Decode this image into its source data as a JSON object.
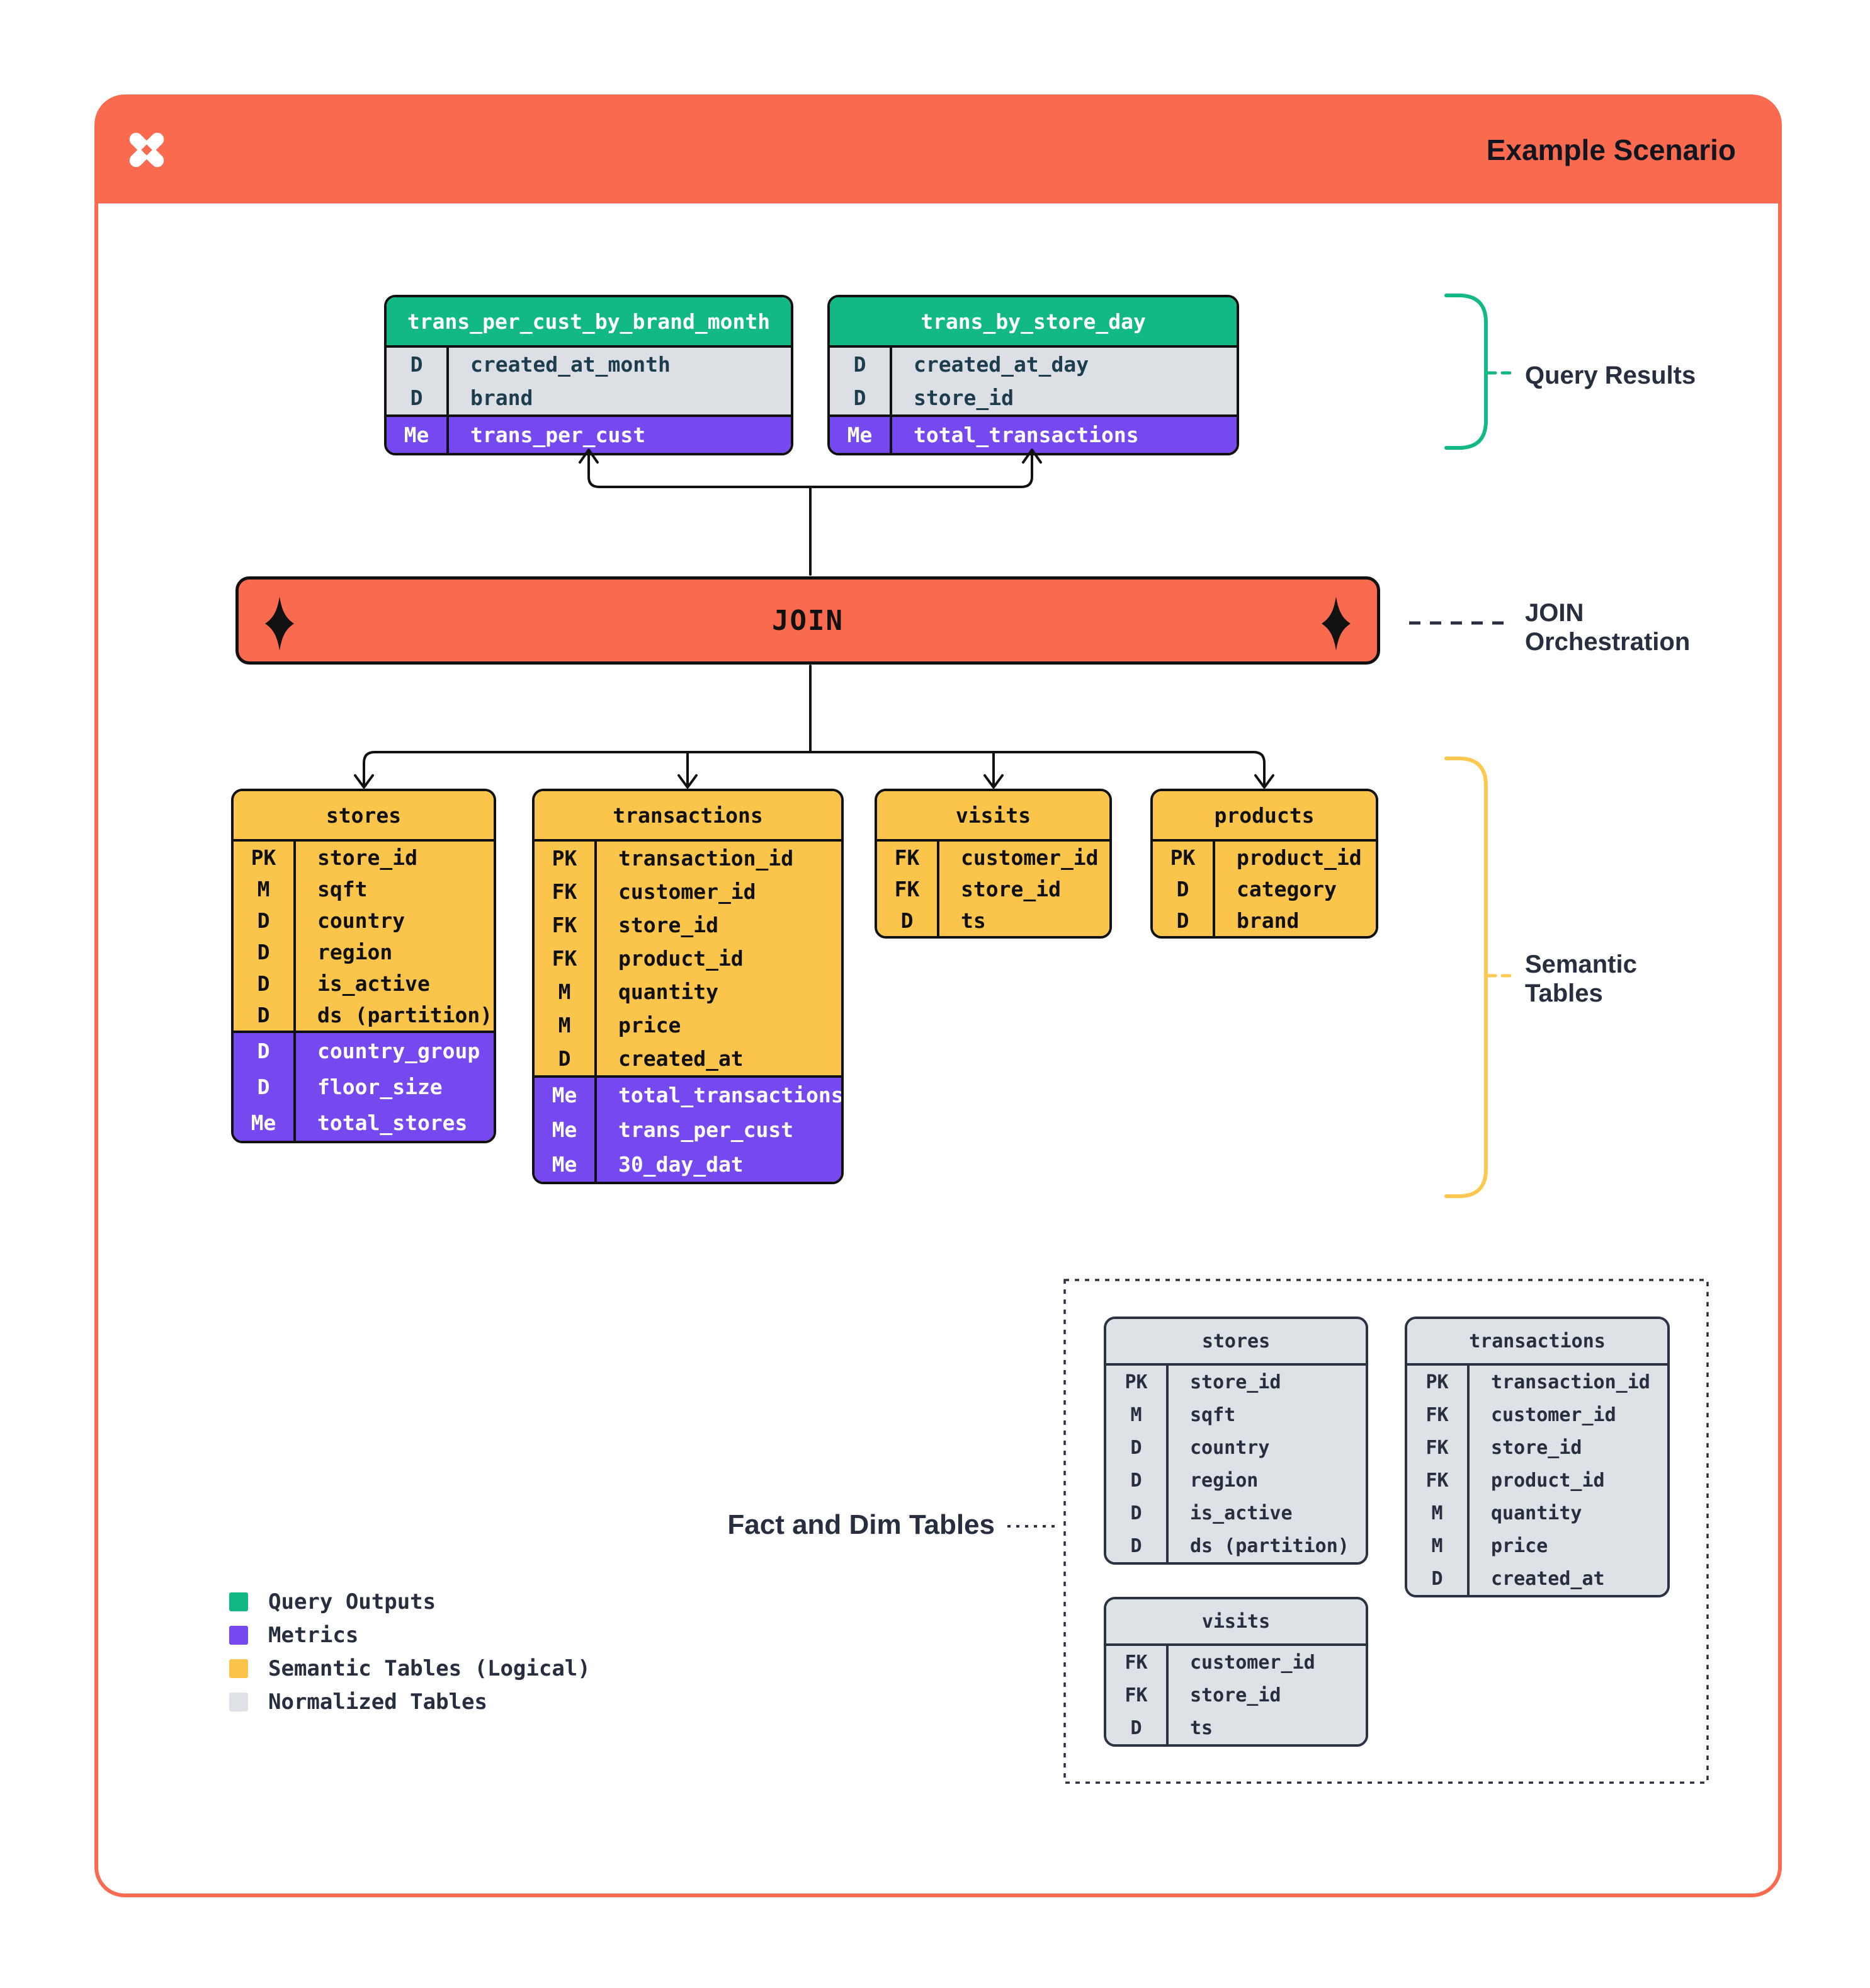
{
  "colors": {
    "accent_orange": "#FA6A4F",
    "query_output_green": "#12B886",
    "metric_purple": "#7648F0",
    "semantic_yellow": "#FBC54B",
    "normalized_gray": "#DEE2E6",
    "ink_navy": "#272E3F"
  },
  "header": {
    "logo": "pinwheel-x",
    "title": "Example Scenario"
  },
  "join": {
    "label": "JOIN"
  },
  "side_labels": {
    "query_results": "Query Results",
    "join_orchestration": [
      "JOIN",
      "Orchestration"
    ],
    "semantic_tables": [
      "Semantic",
      "Tables"
    ],
    "fact_and_dim": "Fact and Dim Tables"
  },
  "query_results": {
    "tables": [
      {
        "name": "trans_per_cust_by_brand_month",
        "rows": [
          {
            "key": "D",
            "name": "created_at_month"
          },
          {
            "key": "D",
            "name": "brand"
          }
        ],
        "metrics": [
          {
            "key": "Me",
            "name": "trans_per_cust"
          }
        ]
      },
      {
        "name": "trans_by_store_day",
        "rows": [
          {
            "key": "D",
            "name": "created_at_day"
          },
          {
            "key": "D",
            "name": "store_id"
          }
        ],
        "metrics": [
          {
            "key": "Me",
            "name": "total_transactions"
          }
        ]
      }
    ]
  },
  "semantic_tables": {
    "tables": [
      {
        "name": "stores",
        "rows": [
          {
            "key": "PK",
            "name": "store_id"
          },
          {
            "key": "M",
            "name": "sqft"
          },
          {
            "key": "D",
            "name": "country"
          },
          {
            "key": "D",
            "name": "region"
          },
          {
            "key": "D",
            "name": "is_active"
          },
          {
            "key": "D",
            "name": "ds (partition)"
          }
        ],
        "metrics": [
          {
            "key": "D",
            "name": "country_group"
          },
          {
            "key": "D",
            "name": "floor_size"
          },
          {
            "key": "Me",
            "name": "total_stores"
          }
        ]
      },
      {
        "name": "transactions",
        "rows": [
          {
            "key": "PK",
            "name": "transaction_id"
          },
          {
            "key": "FK",
            "name": "customer_id"
          },
          {
            "key": "FK",
            "name": "store_id"
          },
          {
            "key": "FK",
            "name": "product_id"
          },
          {
            "key": "M",
            "name": "quantity"
          },
          {
            "key": "M",
            "name": "price"
          },
          {
            "key": "D",
            "name": "created_at"
          }
        ],
        "metrics": [
          {
            "key": "Me",
            "name": "total_transactions"
          },
          {
            "key": "Me",
            "name": "trans_per_cust"
          },
          {
            "key": "Me",
            "name": "30_day_dat"
          }
        ]
      },
      {
        "name": "visits",
        "rows": [
          {
            "key": "FK",
            "name": "customer_id"
          },
          {
            "key": "FK",
            "name": "store_id"
          },
          {
            "key": "D",
            "name": "ts"
          }
        ],
        "metrics": []
      },
      {
        "name": "products",
        "rows": [
          {
            "key": "PK",
            "name": "product_id"
          },
          {
            "key": "D",
            "name": "category"
          },
          {
            "key": "D",
            "name": "brand"
          }
        ],
        "metrics": []
      }
    ]
  },
  "normalized_tables": {
    "tables": [
      {
        "name": "stores",
        "rows": [
          {
            "key": "PK",
            "name": "store_id"
          },
          {
            "key": "M",
            "name": "sqft"
          },
          {
            "key": "D",
            "name": "country"
          },
          {
            "key": "D",
            "name": "region"
          },
          {
            "key": "D",
            "name": "is_active"
          },
          {
            "key": "D",
            "name": "ds (partition)"
          }
        ],
        "metrics": []
      },
      {
        "name": "transactions",
        "rows": [
          {
            "key": "PK",
            "name": "transaction_id"
          },
          {
            "key": "FK",
            "name": "customer_id"
          },
          {
            "key": "FK",
            "name": "store_id"
          },
          {
            "key": "FK",
            "name": "product_id"
          },
          {
            "key": "M",
            "name": "quantity"
          },
          {
            "key": "M",
            "name": "price"
          },
          {
            "key": "D",
            "name": "created_at"
          }
        ],
        "metrics": []
      },
      {
        "name": "visits",
        "rows": [
          {
            "key": "FK",
            "name": "customer_id"
          },
          {
            "key": "FK",
            "name": "store_id"
          },
          {
            "key": "D",
            "name": "ts"
          }
        ],
        "metrics": []
      }
    ]
  },
  "legend": {
    "items": [
      {
        "color": "#12B886",
        "label": "Query Outputs"
      },
      {
        "color": "#7648F0",
        "label": "Metrics"
      },
      {
        "color": "#FBC54B",
        "label": "Semantic Tables (Logical)"
      },
      {
        "color": "#DEE2E6",
        "label": "Normalized Tables"
      }
    ]
  }
}
